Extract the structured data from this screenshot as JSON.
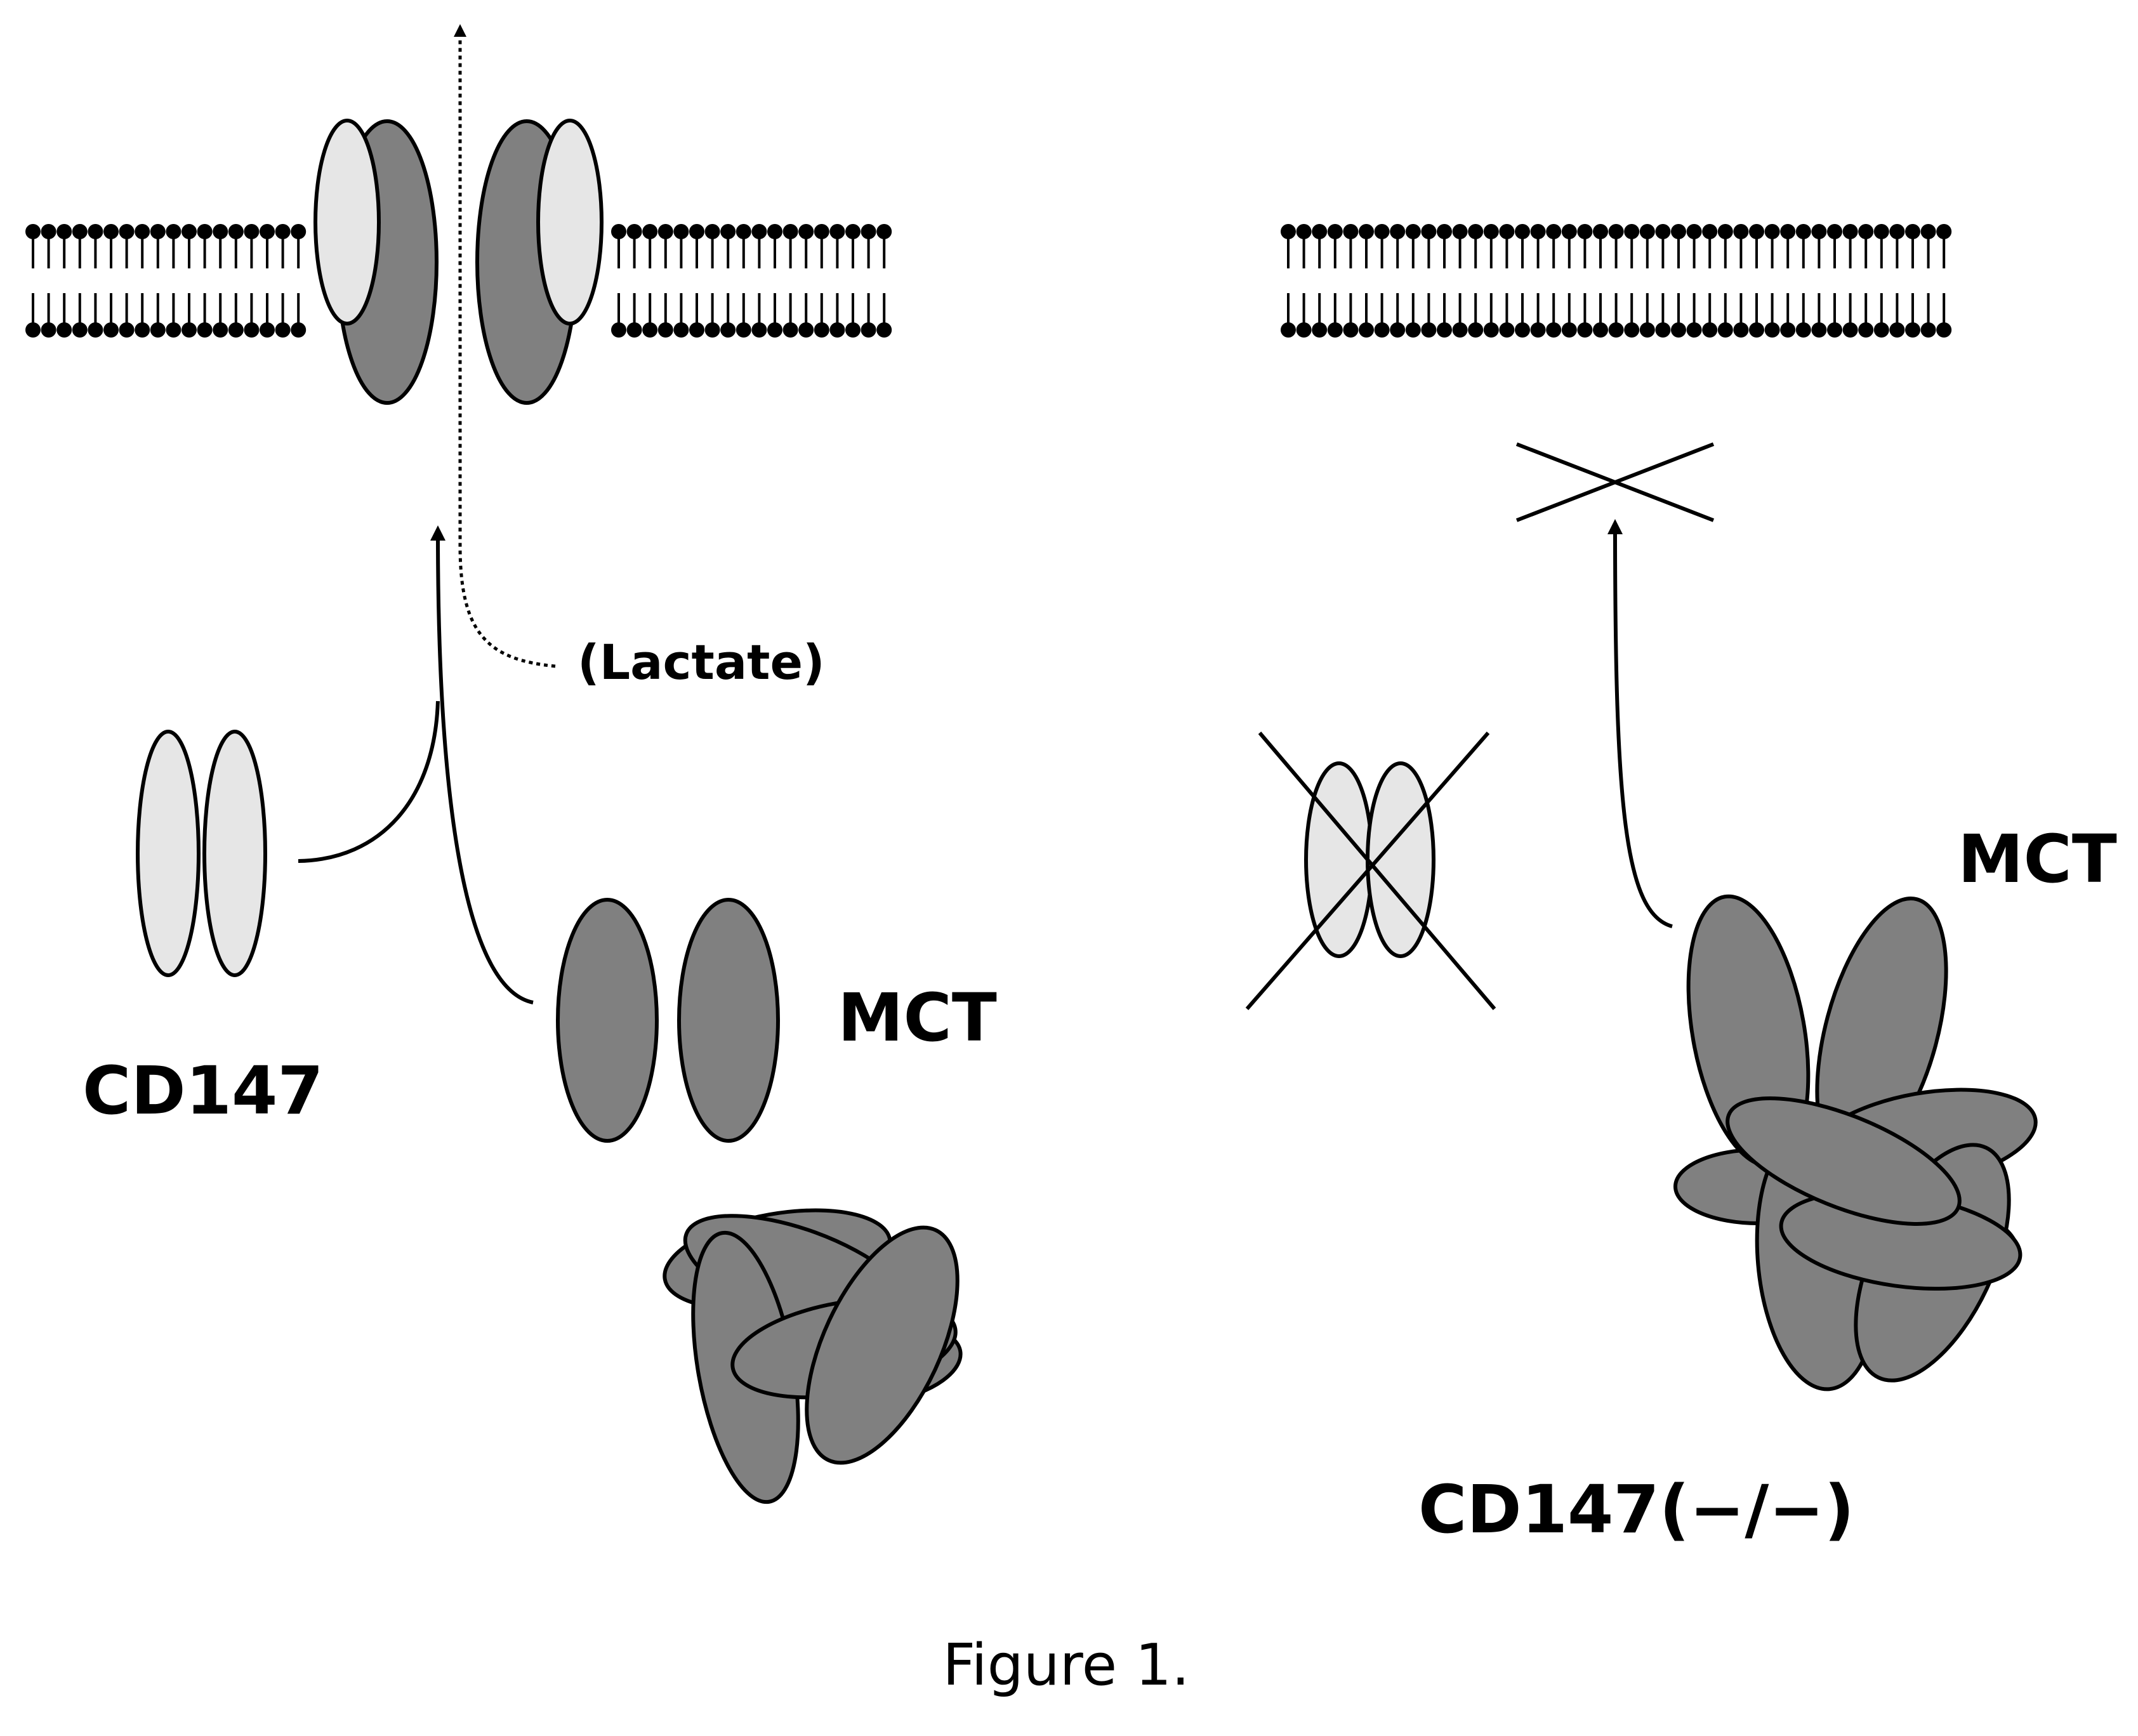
{
  "diagram": {
    "left": {
      "lactate_label": "(Lactate)",
      "mct_label": "MCT",
      "cd147_label": "CD147"
    },
    "right": {
      "mct_label": "MCT",
      "knockout_label": "CD147(−/−)"
    },
    "caption": "Figure 1.",
    "colors": {
      "cd147_fill": "#e6e6e6",
      "mct_fill": "#808080",
      "stroke": "#000000",
      "background": "#ffffff"
    }
  }
}
